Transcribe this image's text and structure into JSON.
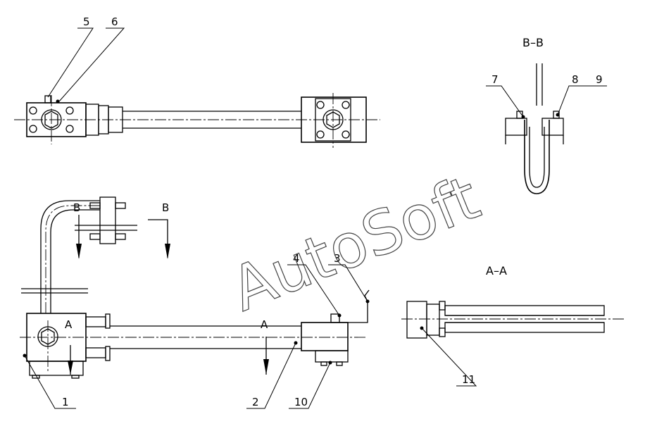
{
  "watermark": "AutoSoft",
  "section_labels": {
    "bb": "B–B",
    "aa": "A–A",
    "b_left": "B",
    "b_right": "B",
    "a_left": "A",
    "a_right": "A"
  },
  "callouts": [
    "1",
    "2",
    "3",
    "4",
    "5",
    "6",
    "7",
    "8",
    "9",
    "10",
    "11"
  ]
}
